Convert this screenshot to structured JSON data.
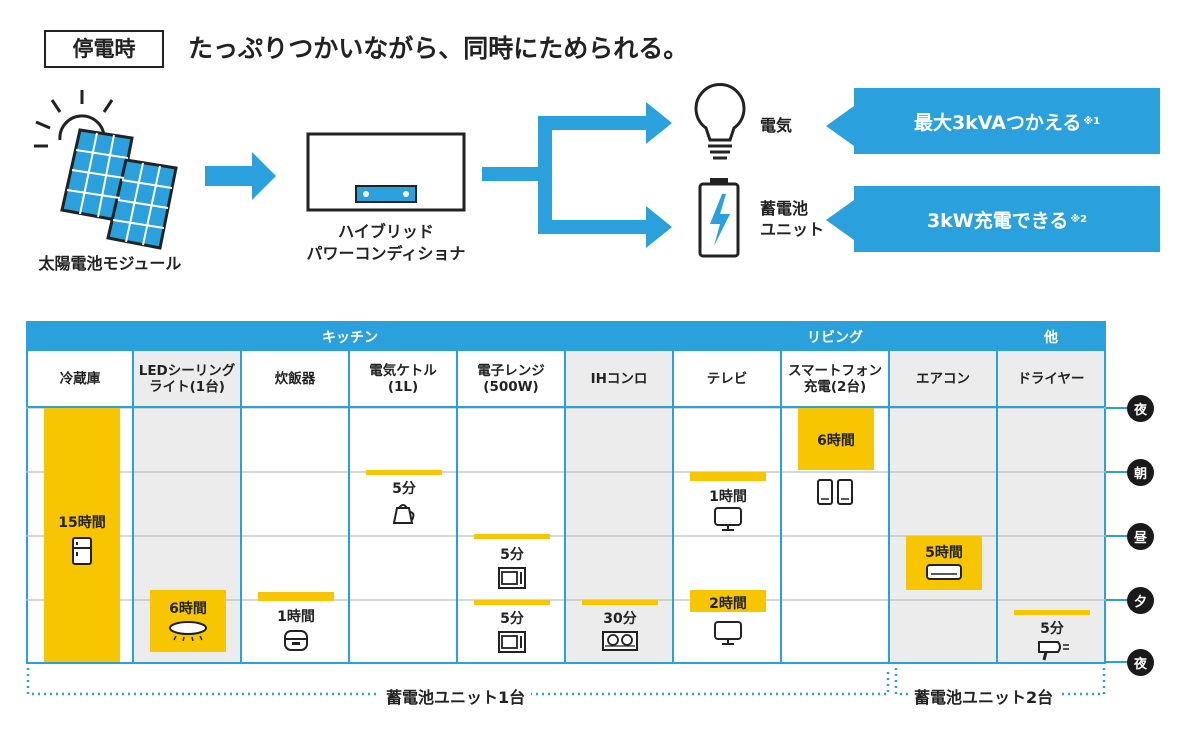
{
  "header": {
    "badge": "停電時",
    "title": "たっぷりつかいながら、同時にためられる。"
  },
  "flow": {
    "solar_label": "太陽電池モジュール",
    "pcs_label_1": "ハイブリッド",
    "pcs_label_2": "パワーコンディショナ",
    "electric_label": "電気",
    "battery_label_1": "蓄電池",
    "battery_label_2": "ユニット",
    "callout_1": "最大3kVAつかえる",
    "callout_1_note": "※1",
    "callout_2": "3kW充電できる",
    "callout_2_note": "※2"
  },
  "table": {
    "groups": [
      "キッチン",
      "リビング",
      "他"
    ],
    "columns": [
      "冷蔵庫",
      "LEDシーリング\nライト(1台)",
      "炊飯器",
      "電気ケトル\n(1L)",
      "電子レンジ\n(500W)",
      "IHコンロ",
      "テレビ",
      "スマートフォン\n充電(2台)",
      "エアコン",
      "ドライヤー"
    ],
    "times": [
      "夜",
      "朝",
      "昼",
      "夕",
      "夜"
    ],
    "durations": {
      "fridge": "15時間",
      "led": "6時間",
      "rice": "1時間",
      "kettle": "5分",
      "micro_1": "5分",
      "micro_2": "5分",
      "ih": "30分",
      "tv_1": "1時間",
      "tv_2": "2時間",
      "phone": "6時間",
      "ac": "5時間",
      "dryer": "5分"
    }
  },
  "footer": {
    "unit_1": "蓄電池ユニット1台",
    "unit_2": "蓄電池ユニット2台"
  },
  "colors": {
    "accent": "#2aa0dc",
    "bar": "#f7c600",
    "shade": "#ececec"
  }
}
